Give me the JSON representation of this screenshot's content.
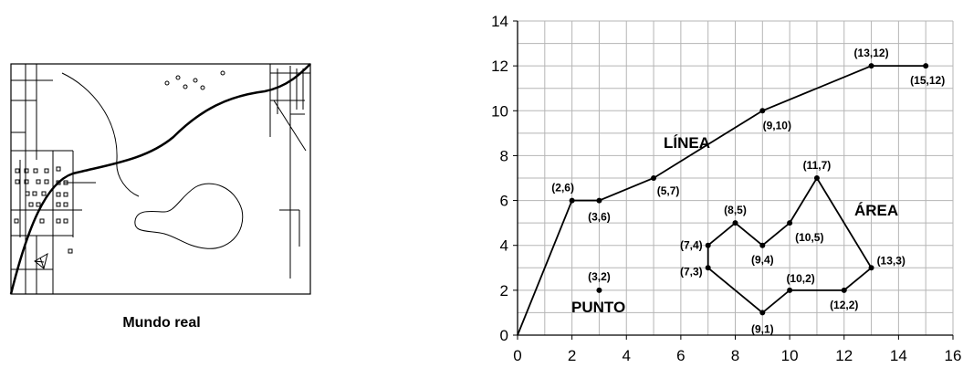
{
  "map_panel": {
    "caption": "Mundo real"
  },
  "chart_data": {
    "type": "scatter",
    "xlim": [
      0,
      16
    ],
    "ylim": [
      0,
      14
    ],
    "x_ticks": [
      0,
      2,
      4,
      6,
      8,
      10,
      12,
      14,
      16
    ],
    "y_ticks": [
      0,
      2,
      4,
      6,
      8,
      10,
      12,
      14
    ],
    "grid": true,
    "features": {
      "point": {
        "name": "PUNTO",
        "points": [
          {
            "x": 3,
            "y": 2,
            "label": "(3,2)"
          }
        ]
      },
      "line": {
        "name": "LÍNEA",
        "points": [
          {
            "x": 0,
            "y": 0,
            "label": ""
          },
          {
            "x": 2,
            "y": 6,
            "label": "(2,6)"
          },
          {
            "x": 3,
            "y": 6,
            "label": "(3,6)"
          },
          {
            "x": 5,
            "y": 7,
            "label": "(5,7)"
          },
          {
            "x": 9,
            "y": 10,
            "label": "(9,10)"
          },
          {
            "x": 13,
            "y": 12,
            "label": "(13,12)"
          },
          {
            "x": 15,
            "y": 12,
            "label": "(15,12)"
          }
        ]
      },
      "area": {
        "name": "ÁREA",
        "points": [
          {
            "x": 7,
            "y": 4,
            "label": "(7,4)"
          },
          {
            "x": 8,
            "y": 5,
            "label": "(8,5)"
          },
          {
            "x": 9,
            "y": 4,
            "label": "(9,4)"
          },
          {
            "x": 10,
            "y": 5,
            "label": "(10,5)"
          },
          {
            "x": 11,
            "y": 7,
            "label": "(11,7)"
          },
          {
            "x": 13,
            "y": 3,
            "label": "(13,3)"
          },
          {
            "x": 12,
            "y": 2,
            "label": "(12,2)"
          },
          {
            "x": 10,
            "y": 2,
            "label": "(10,2)"
          },
          {
            "x": 9,
            "y": 1,
            "label": "(9,1)"
          },
          {
            "x": 7,
            "y": 3,
            "label": "(7,3)"
          }
        ]
      }
    }
  }
}
